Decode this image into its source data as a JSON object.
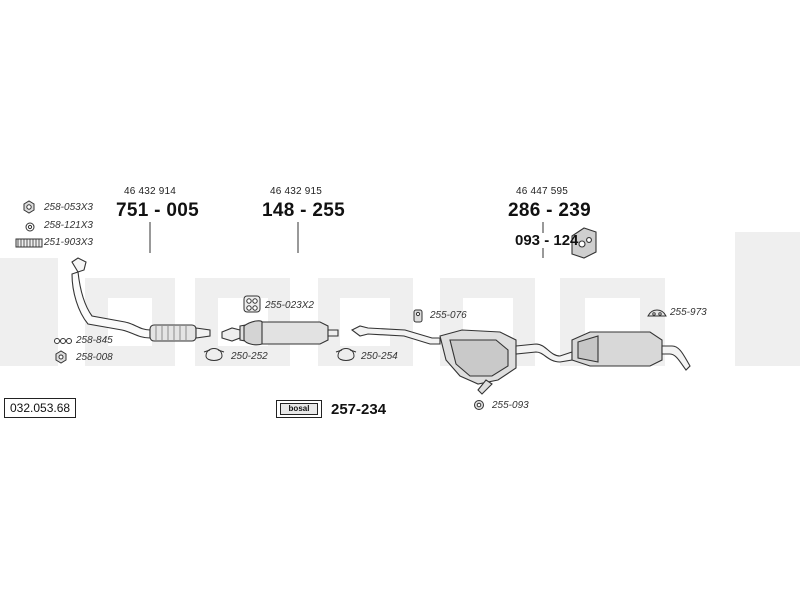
{
  "diagram": {
    "reference_code": "032.053.68",
    "logo_text": "bosal",
    "parts": [
      {
        "oe": "46 432 914",
        "number": "751 - 005"
      },
      {
        "oe": "46 432 915",
        "number": "148 - 255"
      },
      {
        "oe": "46 447 595",
        "number": "286 - 239"
      }
    ],
    "mount_number": "093 - 124",
    "kit_number": "257-234",
    "accessories": [
      "258-053X3",
      "258-121X3",
      "251-903X3",
      "258-845",
      "258-008",
      "255-023X2",
      "250-252",
      "250-254",
      "255-076",
      "255-093",
      "255-973"
    ]
  }
}
